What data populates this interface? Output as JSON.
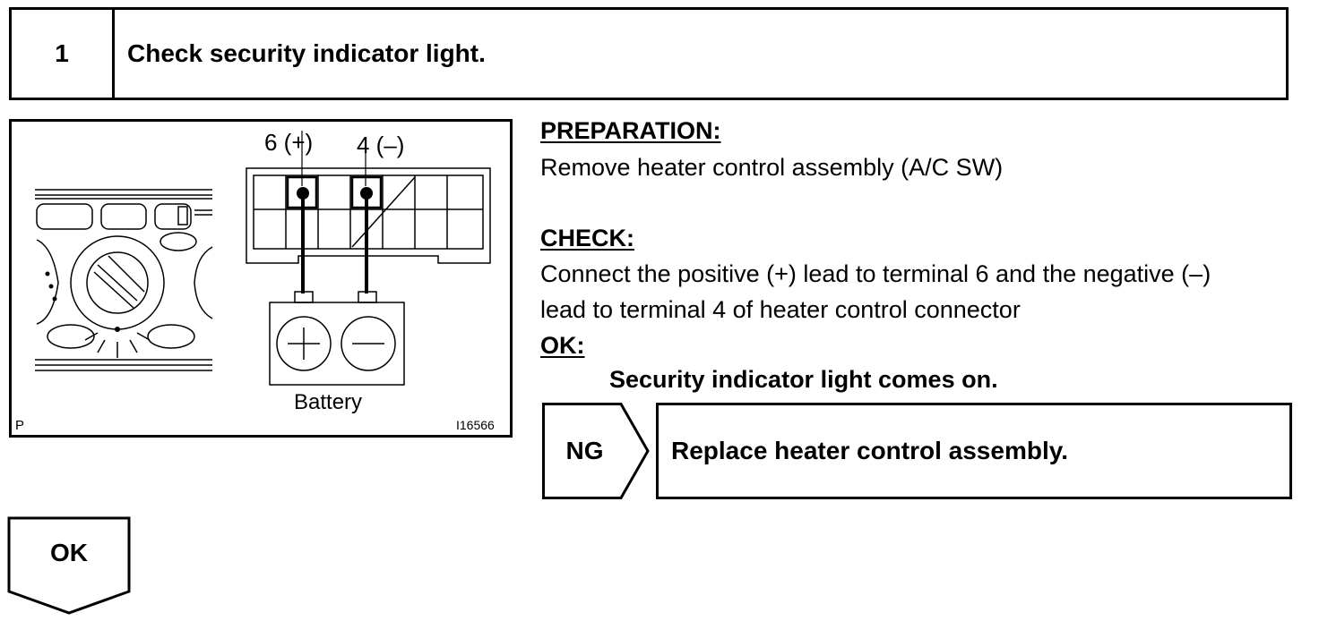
{
  "step": {
    "number": "1",
    "title": "Check security indicator light."
  },
  "figure": {
    "terminal_positive_label": "6 (+)",
    "terminal_negative_label": "4 (–)",
    "battery_label": "Battery",
    "corner_left": "P",
    "figure_id": "I16566"
  },
  "instructions": {
    "preparation_heading": "PREPARATION:",
    "preparation_text": "Remove heater control assembly (A/C SW)",
    "check_heading": "CHECK:",
    "check_text_line1": "Connect the positive (+) lead to terminal 6 and the negative (–)",
    "check_text_line2": "lead to terminal 4 of heater control connector",
    "ok_heading": "OK:",
    "ok_text": "Security indicator light comes on."
  },
  "ng_result": {
    "label": "NG",
    "action": "Replace heater control assembly."
  },
  "ok_result": {
    "label": "OK"
  }
}
